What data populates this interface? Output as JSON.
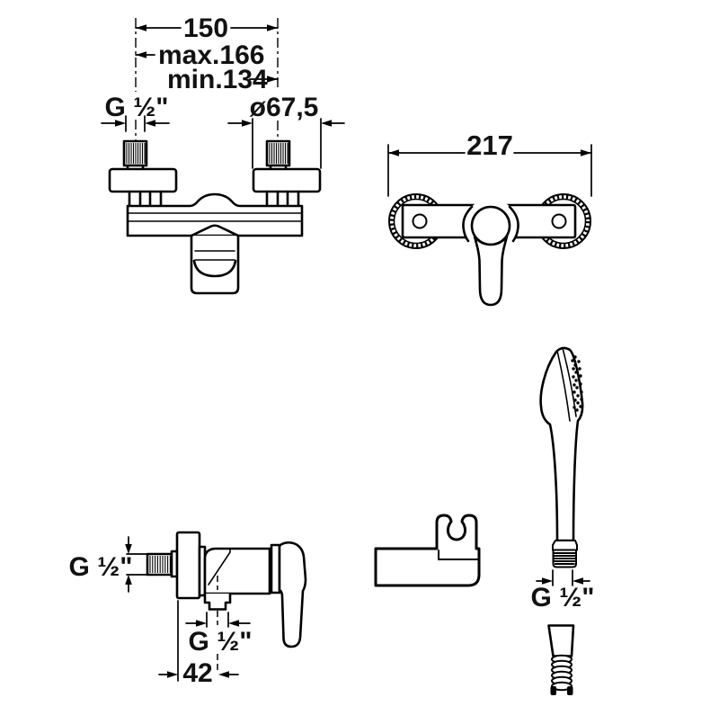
{
  "document": {
    "kind": "technical dimension drawing",
    "background": "#ffffff",
    "ink": "#000000"
  },
  "views": {
    "plan": {
      "dim_center_distance": "150",
      "dim_max": "max.166",
      "dim_min": "min.134",
      "label_inlet_thread": "G ½\"",
      "label_rosette_diameter": "ø67,5"
    },
    "front": {
      "dim_overall_width": "217"
    },
    "side": {
      "label_inlet_thread": "G ½\"",
      "label_outlet_thread": "G ½\"",
      "dim_outlet_offset": "42"
    },
    "handshower": {
      "label_hose_thread": "G ½\""
    }
  }
}
